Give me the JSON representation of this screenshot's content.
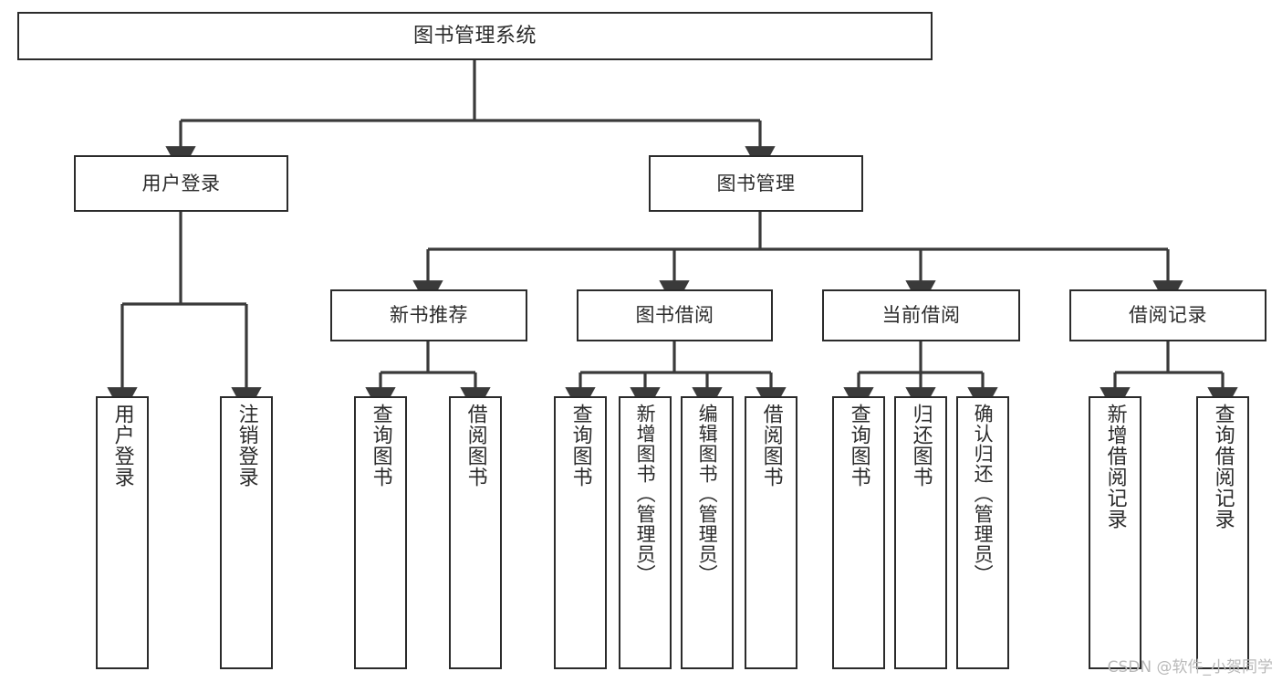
{
  "diagram": {
    "type": "tree",
    "title": "图书管理系统",
    "orientation": "top-down",
    "colors": {
      "node_border": "#2b2b2b",
      "node_fill": "#ffffff",
      "edge": "#3a3a3a",
      "text": "#2b2b2b",
      "background": "#ffffff",
      "watermark": "#b9b9b9"
    },
    "root": {
      "label": "图书管理系统"
    },
    "level2": [
      {
        "label": "用户登录"
      },
      {
        "label": "图书管理"
      }
    ],
    "level3": [
      {
        "label": "新书推荐"
      },
      {
        "label": "图书借阅"
      },
      {
        "label": "当前借阅"
      },
      {
        "label": "借阅记录"
      }
    ],
    "leaves": {
      "user_login": [
        {
          "label": "用户登录"
        },
        {
          "label": "注销登录"
        }
      ],
      "new_book": [
        {
          "label": "查询图书"
        },
        {
          "label": "借阅图书"
        }
      ],
      "book_borrow": [
        {
          "label": "查询图书"
        },
        {
          "label": "新增图书（管理员）"
        },
        {
          "label": "编辑图书（管理员）"
        },
        {
          "label": "借阅图书"
        }
      ],
      "current_borrow": [
        {
          "label": "查询图书"
        },
        {
          "label": "归还图书"
        },
        {
          "label": "确认归还（管理员）"
        }
      ],
      "borrow_record": [
        {
          "label": "新增借阅记录"
        },
        {
          "label": "查询借阅记录"
        }
      ]
    },
    "watermark": "CSDN @软件_小贺同学"
  }
}
